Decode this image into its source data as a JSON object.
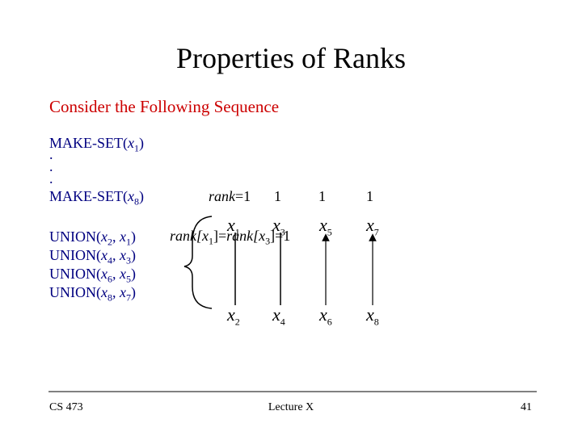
{
  "title": "Properties of Ranks",
  "subtitle": "Consider the Following Sequence",
  "code": {
    "make_set_first": {
      "name": "MAKE-SET(",
      "var": "x",
      "sub": "1",
      "close": ")"
    },
    "dots": [
      ".",
      ".",
      "."
    ],
    "make_set_last": {
      "name": "MAKE-SET(",
      "var": "x",
      "sub": "8",
      "close": ")"
    },
    "unions": [
      {
        "name": "UNION(",
        "a": "x",
        "a_sub": "2",
        "sep": ", ",
        "b": "x",
        "b_sub": "1",
        "close": ")"
      },
      {
        "name": "UNION(",
        "a": "x",
        "a_sub": "4",
        "sep": ", ",
        "b": "x",
        "b_sub": "3",
        "close": ")"
      },
      {
        "name": "UNION(",
        "a": "x",
        "a_sub": "6",
        "sep": ", ",
        "b": "x",
        "b_sub": "5",
        "close": ")"
      },
      {
        "name": "UNION(",
        "a": "x",
        "a_sub": "8",
        "sep": ", ",
        "b": "x",
        "b_sub": "7",
        "close": ")"
      }
    ]
  },
  "ranks": {
    "rank_word": "rank",
    "values": [
      "=1",
      "1",
      "1",
      "1"
    ],
    "equation": {
      "p1": "rank[",
      "v1": "x",
      "s1": "1",
      "p2": "]=",
      "p3": "rank[",
      "v2": "x",
      "s2": "3",
      "p4": "]=1"
    }
  },
  "nodes": {
    "top": [
      {
        "var": "x",
        "sub": "1"
      },
      {
        "var": "x",
        "sub": "3"
      },
      {
        "var": "x",
        "sub": "5"
      },
      {
        "var": "x",
        "sub": "7"
      }
    ],
    "bottom": [
      {
        "var": "x",
        "sub": "2"
      },
      {
        "var": "x",
        "sub": "4"
      },
      {
        "var": "x",
        "sub": "6"
      },
      {
        "var": "x",
        "sub": "8"
      }
    ]
  },
  "footer": {
    "course": "CS 473",
    "lecture": "Lecture X",
    "page": "41"
  }
}
